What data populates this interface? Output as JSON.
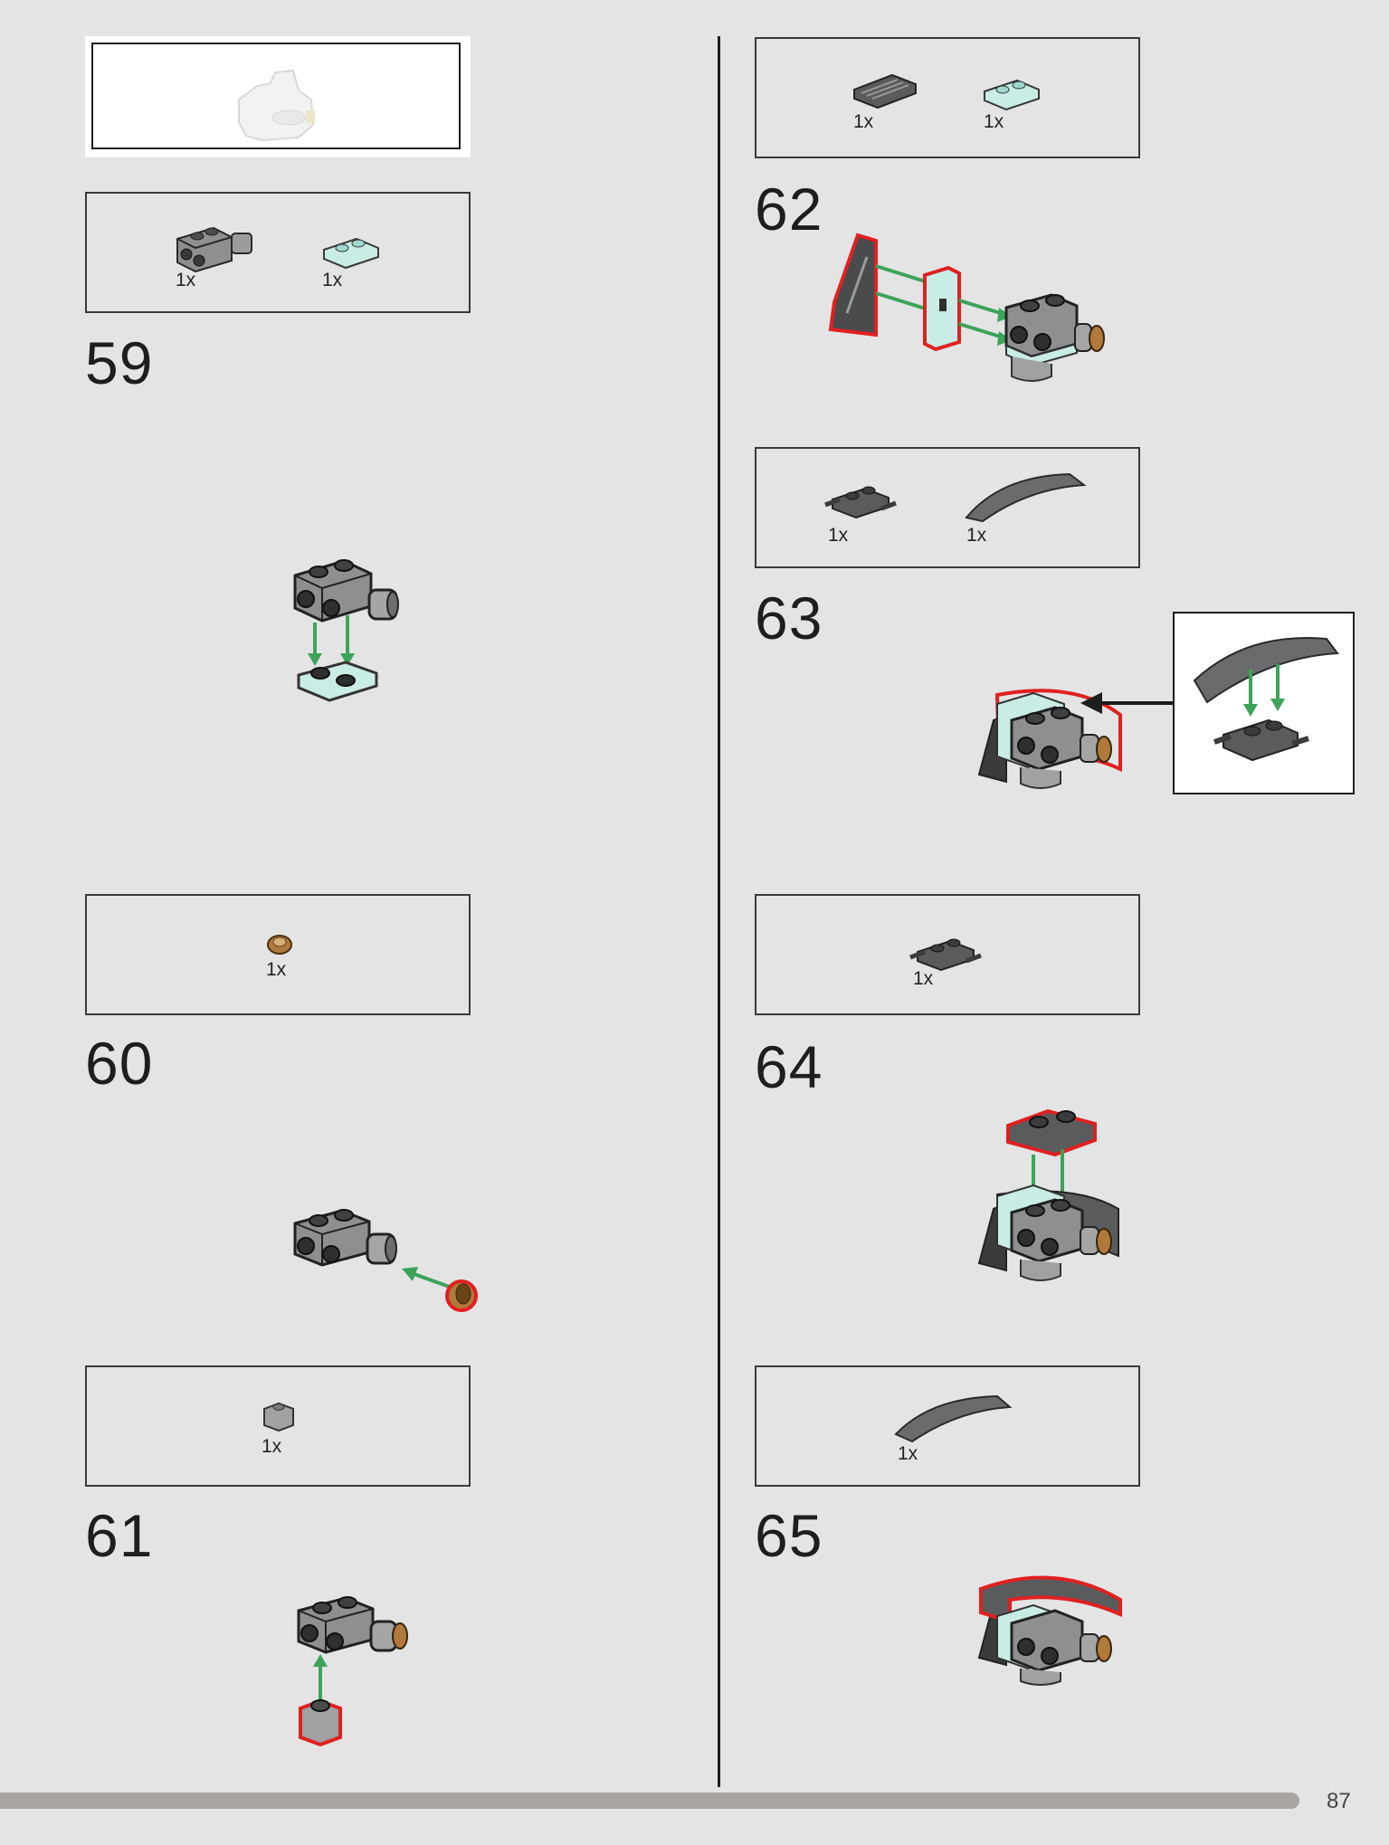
{
  "page": {
    "number": "87"
  },
  "steps": [
    {
      "number": "59",
      "parts": [
        {
          "icon": "brick-1x2-side-studs-icon",
          "qty": "1x"
        },
        {
          "icon": "trans-plate-1x2-icon",
          "qty": "1x"
        }
      ]
    },
    {
      "number": "60",
      "parts": [
        {
          "icon": "round-tile-pearl-gold-icon",
          "qty": "1x"
        }
      ]
    },
    {
      "number": "61",
      "parts": [
        {
          "icon": "brick-1x1-gray-icon",
          "qty": "1x"
        }
      ]
    },
    {
      "number": "62",
      "parts": [
        {
          "icon": "slope-grille-dark-icon",
          "qty": "1x"
        },
        {
          "icon": "trans-plate-1x2-icon",
          "qty": "1x"
        }
      ]
    },
    {
      "number": "63",
      "parts": [
        {
          "icon": "plate-with-handles-dark-icon",
          "qty": "1x"
        },
        {
          "icon": "curved-slope-dark-icon",
          "qty": "1x"
        }
      ]
    },
    {
      "number": "64",
      "parts": [
        {
          "icon": "plate-with-handles-dark-icon",
          "qty": "1x"
        }
      ]
    },
    {
      "number": "65",
      "parts": [
        {
          "icon": "curved-slope-dark-icon",
          "qty": "1x"
        }
      ]
    }
  ],
  "colors": {
    "background": "#e4e4e5",
    "arrow": "#3ca35a",
    "highlight": "#e02020",
    "dark_gray": "#5a5b5d",
    "light_gray": "#a0a1a3",
    "trans_clear": "#c9ece6",
    "pearl_gold": "#b07a3c",
    "progress_bar": "#a9a6a2"
  }
}
